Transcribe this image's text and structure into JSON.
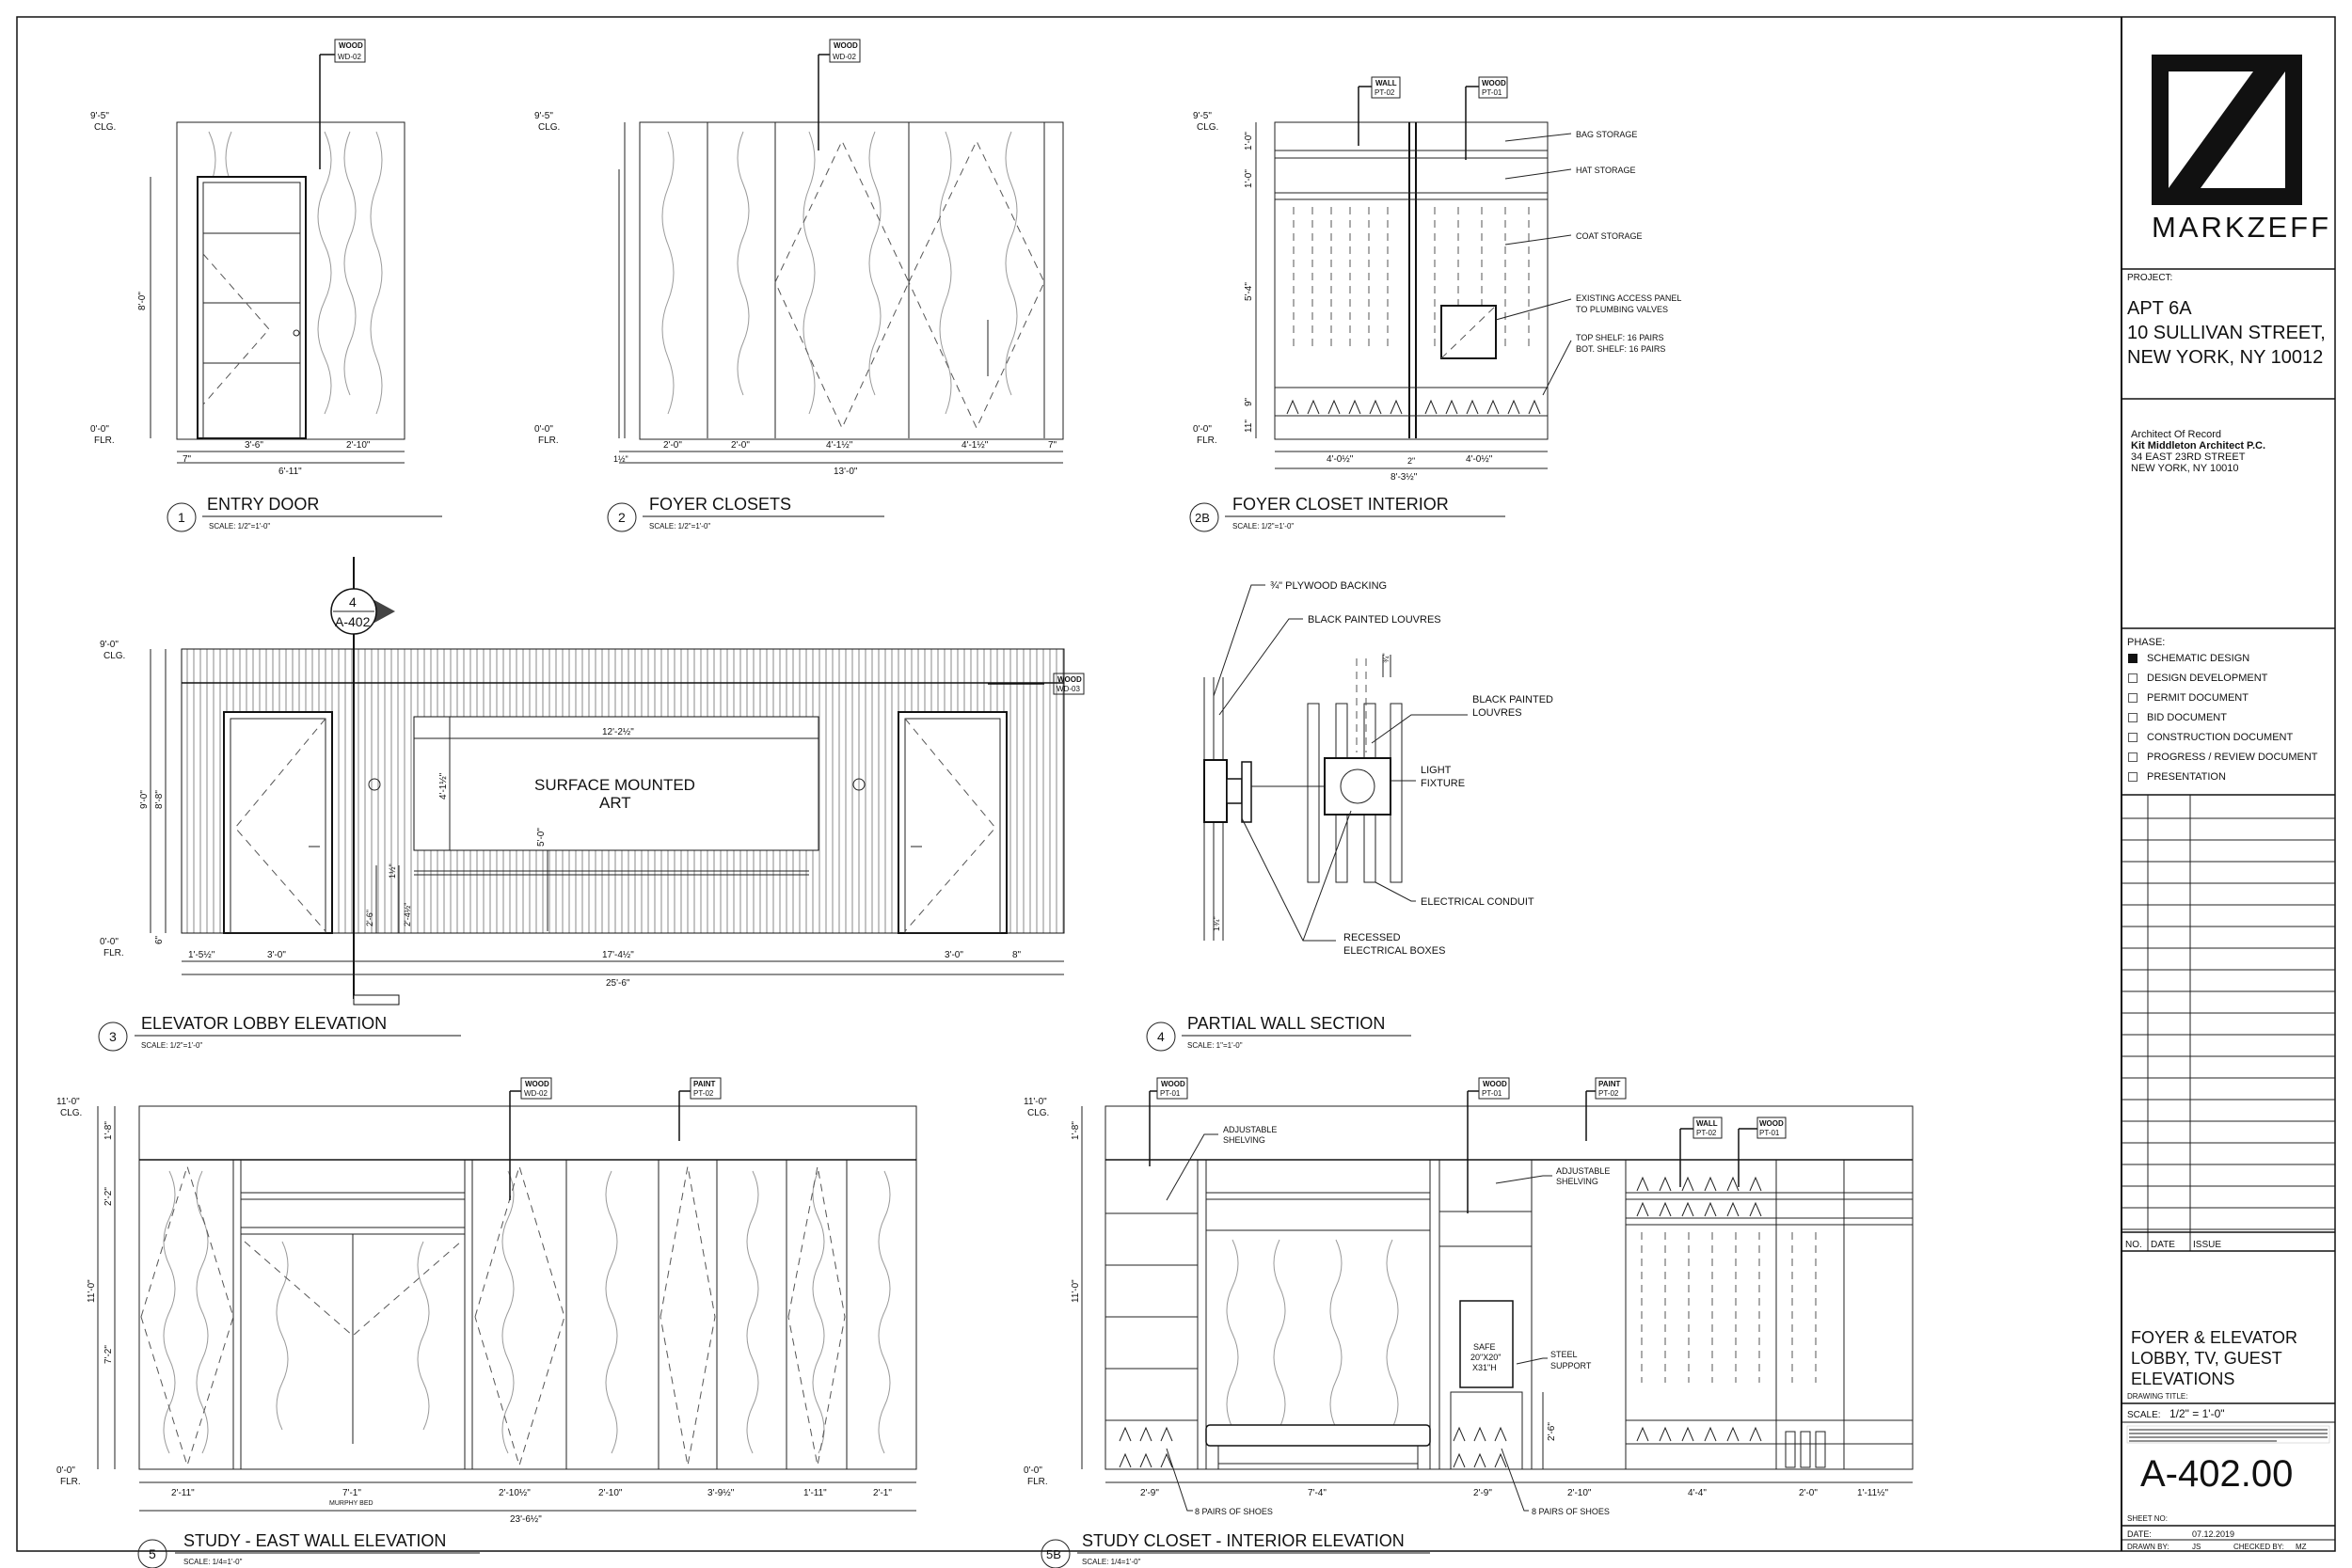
{
  "labels": {
    "wood": "WOOD",
    "wall": "WALL",
    "paint": "PAINT",
    "wd02": "WD-02",
    "wd03": "WD-03",
    "pt01": "PT-01",
    "pt02": "PT-02",
    "clg": "CLG.",
    "flr": "FLR."
  },
  "views": {
    "v1": {
      "num": "1",
      "title": "ENTRY DOOR",
      "scale": "SCALE: 1/2\"=1'-0\"",
      "lvl_top": "9'-5\"",
      "lvl_bot": "0'-0\"",
      "height": "8'-0\"",
      "dims": [
        "7\"",
        "3'-6\"",
        "2'-10\""
      ],
      "total": "6'-11\""
    },
    "v2": {
      "num": "2",
      "title": "FOYER CLOSETS",
      "scale": "SCALE: 1/2\"=1'-0\"",
      "lvl_top": "9'-5\"",
      "lvl_bot": "0'-0\"",
      "dims": [
        "1½\"",
        "2'-0\"",
        "2'-0\"",
        "4'-1½\"",
        "4'-1½\"",
        "7\""
      ],
      "total": "13'-0\""
    },
    "v2b": {
      "num": "2B",
      "title": "FOYER CLOSET INTERIOR",
      "scale": "SCALE: 1/2\"=1'-0\"",
      "lvl_top": "9'-5\"",
      "lvl_bot": "0'-0\"",
      "v_dims": [
        "1'-0\"",
        "1'-0\"",
        "5'-4\"",
        "9\"",
        "11\""
      ],
      "dims": [
        "4'-0½\"",
        "2\"",
        "4'-0½\""
      ],
      "total": "8'-3½\"",
      "notes": [
        "BAG STORAGE",
        "HAT STORAGE",
        "COAT STORAGE",
        "EXISTING ACCESS PANEL",
        "TO PLUMBING VALVES",
        "TOP SHELF: 16 PAIRS",
        "BOT. SHELF: 16 PAIRS"
      ]
    },
    "v3": {
      "num": "3",
      "title": "ELEVATOR LOBBY ELEVATION",
      "scale": "SCALE: 1/2\"=1'-0\"",
      "lvl_top": "9'-0\"",
      "lvl_bot": "0'-0\"",
      "v_dims": [
        "8'-8\"",
        "9'-0\"",
        "6\""
      ],
      "art": [
        "SURFACE MOUNTED",
        "ART"
      ],
      "art_w": "12'-2½\"",
      "art_h": "4'-1½\"",
      "art_bot": "5'-0\"",
      "mid": [
        "1½\"",
        "2'-6\"",
        "2'-4½\""
      ],
      "dims": [
        "1'-5½\"",
        "3'-0\"",
        "17'-4½\"",
        "3'-0\"",
        "8\""
      ],
      "total": "25'-6\"",
      "callout_num": "4",
      "callout_sheet": "A-402"
    },
    "v4": {
      "num": "4",
      "title": "PARTIAL WALL SECTION",
      "scale": "SCALE: 1\"=1'-0\"",
      "notes": [
        "¾\" PLYWOOD BACKING",
        "BLACK PAINTED LOUVRES",
        "BLACK PAINTED",
        "LOUVRES",
        "LIGHT",
        "FIXTURE",
        "ELECTRICAL CONDUIT",
        "RECESSED",
        "ELECTRICAL BOXES"
      ],
      "dims": [
        "¾\"",
        "1¾\""
      ]
    },
    "v5": {
      "num": "5",
      "title": "STUDY - EAST WALL ELEVATION",
      "scale": "SCALE: 1/4=1'-0\"",
      "lvl_top": "11'-0\"",
      "lvl_bot": "0'-0\"",
      "v_dims": [
        "1'-8\"",
        "2'-2\"",
        "11'-0\"",
        "7'-2\""
      ],
      "dims": [
        "2'-11\"",
        "7'-1\"",
        "2'-10½\"",
        "2'-10\"",
        "3'-9½\"",
        "1'-11\"",
        "2'-1\""
      ],
      "murphy": "MURPHY BED",
      "total": "23'-6½\""
    },
    "v5b": {
      "num": "5B",
      "title": "STUDY CLOSET - INTERIOR ELEVATION",
      "scale": "SCALE: 1/4=1'-0\"",
      "lvl_top": "11'-0\"",
      "lvl_bot": "0'-0\"",
      "v_dims": [
        "1'-8\"",
        "11'-0\"",
        "2'-6\""
      ],
      "notes": [
        "ADJUSTABLE",
        "SHELVING",
        "ADJUSTABLE",
        "SHELVING",
        "SAFE",
        "20\"X20\"",
        "X31\"H",
        "STEEL",
        "SUPPORT",
        "8 PAIRS OF SHOES",
        "8 PAIRS OF SHOES"
      ],
      "dims": [
        "2'-9\"",
        "7'-4\"",
        "2'-9\"",
        "2'-10\"",
        "4'-4\"",
        "2'-0\"",
        "1'-11½\""
      ]
    }
  },
  "titleblock": {
    "brand": "MARKZEFF",
    "project_label": "PROJECT:",
    "project": [
      "APT 6A",
      "10 SULLIVAN STREET,",
      "NEW YORK, NY  10012"
    ],
    "aor": [
      "Architect Of Record",
      "Kit Middleton Architect P.C.",
      "34 EAST 23RD STREET",
      "NEW YORK, NY 10010"
    ],
    "phase_label": "PHASE:",
    "phases": [
      {
        "label": "SCHEMATIC DESIGN",
        "checked": true
      },
      {
        "label": "DESIGN DEVELOPMENT",
        "checked": false
      },
      {
        "label": "PERMIT DOCUMENT",
        "checked": false
      },
      {
        "label": "BID DOCUMENT",
        "checked": false
      },
      {
        "label": "CONSTRUCTION DOCUMENT",
        "checked": false
      },
      {
        "label": "PROGRESS / REVIEW DOCUMENT",
        "checked": false
      },
      {
        "label": "PRESENTATION",
        "checked": false
      }
    ],
    "rev_headers": [
      "NO.",
      "DATE",
      "ISSUE"
    ],
    "drawing_title": [
      "FOYER & ELEVATOR",
      "LOBBY, TV, GUEST",
      "ELEVATIONS"
    ],
    "drawing_title_label": "DRAWING TITLE:",
    "scale_label": "SCALE:",
    "scale": "1/2\" = 1'-0\"",
    "sheet_no": "A-402.00",
    "sheet_no_label": "SHEET NO:",
    "date_label": "DATE:",
    "date": "07.12.2019",
    "drawn_label": "DRAWN BY:",
    "drawn": "JS",
    "checked_label": "CHECKED BY:",
    "checked": "MZ"
  }
}
